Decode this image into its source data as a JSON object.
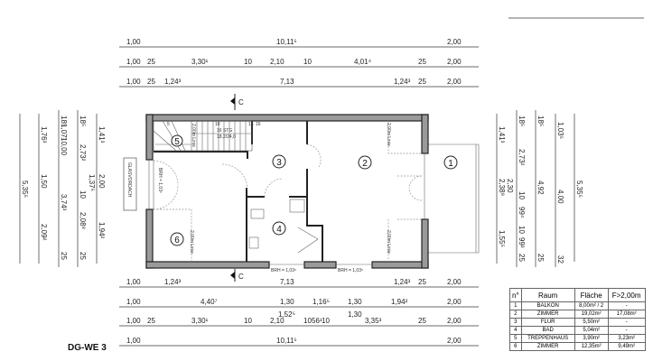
{
  "title": "DG-WE 3",
  "glass_canopy": "GLASVORDACH",
  "section_marker": "C",
  "rooms": [
    "1",
    "2",
    "3",
    "4",
    "5",
    "6"
  ],
  "stair": {
    "start": "5",
    "mid": "10",
    "steps": "16 STG",
    "ratio": "18,2/24,0",
    "end1": "15",
    "end2": "16"
  },
  "line_label": "2,00m Linie",
  "brh": "BRH = 1,03⁵",
  "dims_top": {
    "r1": [
      "1,00",
      "10,11⁵",
      "2,00"
    ],
    "r2": [
      "1,00",
      "25",
      "3,30¹",
      "10",
      "2,10",
      "10",
      "4,01⁴",
      "25",
      "2,00"
    ],
    "r3": [
      "1,00",
      "25",
      "1,24³",
      "7,13",
      "1,24³",
      "25",
      "2,00"
    ]
  },
  "dims_bottom": {
    "r1": [
      "1,00",
      "1,24³",
      "7,13",
      "1,24³",
      "25",
      "2,00"
    ],
    "r2": [
      "1,00",
      "4,40⁷",
      "1,30",
      "1,16⁵",
      "1,30",
      "1,94²",
      "2,00",
      "1,52⁵",
      "1,30"
    ],
    "r3": [
      "1,00",
      "25",
      "3,30¹",
      "10",
      "2,10",
      "10",
      "56¹",
      "10",
      "3,35³",
      "25",
      "2,00"
    ],
    "r4": [
      "1,00",
      "10,11⁵",
      "2,00"
    ]
  },
  "dims_left": {
    "c1": [
      "5,35⁵"
    ],
    "c2": [
      "1,76³",
      "1,50",
      "2,09²"
    ],
    "c3": [
      "18⁵",
      "1,07⁷",
      "10,00",
      "3,74³",
      "25"
    ],
    "c4": [
      "18⁵",
      "2,73²",
      "1,37⁵",
      "10",
      "2,08⁸",
      "25"
    ],
    "c5": [
      "1,41³",
      "2,00",
      "1,94²"
    ]
  },
  "dims_right": {
    "c1": [
      "1,41³",
      "2,38⁸",
      "2,30",
      "1,55⁵"
    ],
    "c2": [
      "18⁵",
      "2,73²",
      "10",
      "99⁴",
      "10",
      "99³",
      "25"
    ],
    "c3": [
      "18⁵",
      "4,92",
      "25"
    ],
    "c4": [
      "1,03⁵",
      "4,00",
      "32"
    ],
    "c5": [
      "5,35⁵"
    ]
  },
  "area_table": {
    "headers": [
      "n°",
      "Raum",
      "Fläche",
      "F>2,00m"
    ],
    "rows": [
      [
        "1",
        "BALKON",
        "8,00m² / 2",
        "-"
      ],
      [
        "2",
        "ZIMMER",
        "19,02m²",
        "17,08m²"
      ],
      [
        "3",
        "FLUR",
        "5,50m²",
        "-"
      ],
      [
        "4",
        "BAD",
        "5,04m²",
        "-"
      ],
      [
        "5",
        "TREPPENHAUS",
        "3,90m²",
        "3,23m²"
      ],
      [
        "6",
        "ZIMMER",
        "12,35m²",
        "9,49m²"
      ]
    ]
  }
}
